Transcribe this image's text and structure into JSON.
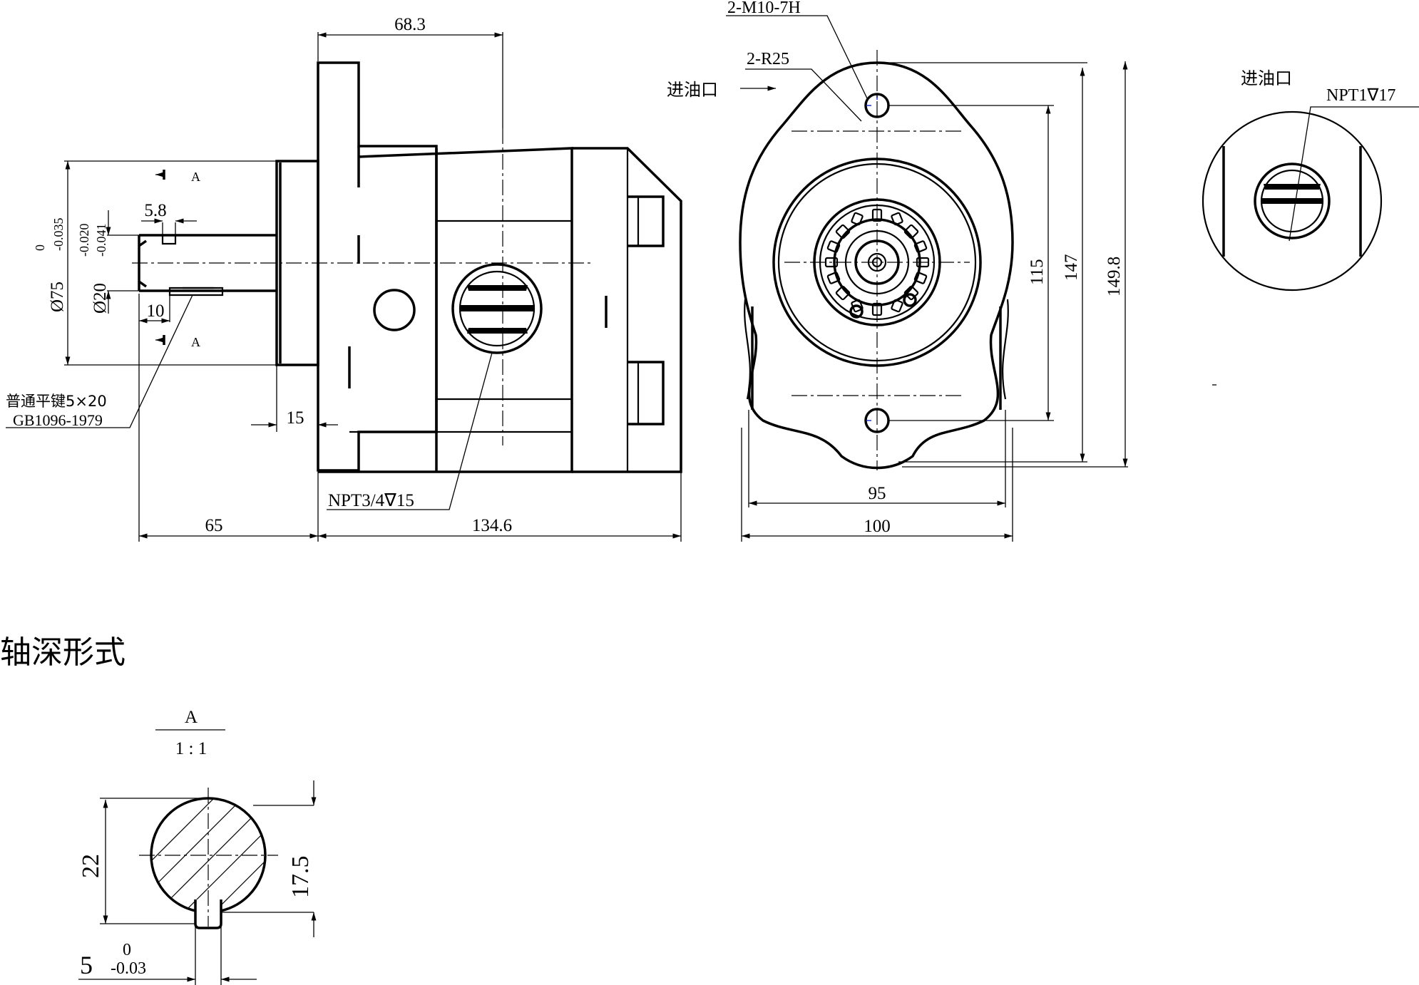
{
  "dims": {
    "d68_3": "68.3",
    "d65": "65",
    "d134_6": "134.6",
    "d15": "15",
    "d5_8": "5.8",
    "d10": "10",
    "d95": "95",
    "d100": "100",
    "d115": "115",
    "d147": "147",
    "d149_8": "149.8",
    "d22": "22",
    "d17_5": "17.5",
    "d5": "5",
    "d5_upper": "0",
    "d5_lower": "-0.03",
    "phi75": "Ø75",
    "phi75_upper": "0",
    "phi75_lower": "-0.035",
    "phi20": "Ø20",
    "phi20_upper": "-0.020",
    "phi20_lower": "-0.041"
  },
  "labels": {
    "thread_holes": "2-M10-7H",
    "radius": "2-R25",
    "inlet_front": "进油口",
    "inlet_side": "进油口",
    "npt1": "NPT1∇17",
    "npt34": "NPT3/4∇15",
    "key_name": "普通平键5×20",
    "key_std": "GB1096-1979",
    "section_mark_top": "A",
    "section_mark_bottom": "A",
    "section_title": "A",
    "section_scale": "1 : 1",
    "shaft_form_title": "轴深形式"
  }
}
